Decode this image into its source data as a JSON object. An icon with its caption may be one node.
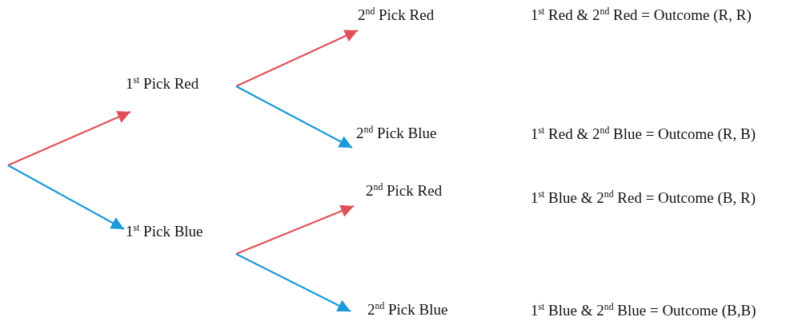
{
  "diagram": {
    "nodes": [
      {
        "text": [
          "1$^{st}$ Pick Red"
        ]
      },
      {
        "text": [
          "1$^{st}$ Pick Blue"
        ]
      },
      {
        "text": [
          "2$^{nd}$ Pick Red"
        ]
      },
      {
        "text": [
          "2$^{nd}$ Pick Blue"
        ]
      },
      {
        "text": [
          "2$^{nd}$ Pick Red"
        ]
      },
      {
        "text": [
          "2$^{nd}$ Pick Blue"
        ]
      }
    ],
    "edges": [
      {
        "from": null,
        "to": 0,
        "arrow": "to",
        "color": "#e0505a"
      },
      {
        "from": null,
        "to": 1,
        "arrow": "to",
        "color": "#1a9ad6"
      },
      {
        "from": 0,
        "to": 2,
        "arrow": "to",
        "color": "#e0505a"
      },
      {
        "from": 0,
        "to": 3,
        "arrow": "to",
        "color": "#1a9ad6"
      },
      {
        "from": 1,
        "to": 4,
        "arrow": "to",
        "color": "#e0505a"
      },
      {
        "from": 1,
        "to": 5,
        "arrow": "to",
        "color": "#1a9ad6"
      }
    ],
    "labels": [
      "1$^{st}$ Red & 2$^{nd}$ Red = Outcome (R, R)",
      "1$^{st}$ Red & 2$^{nd}$ Blue = Outcome (R, B)",
      "1$^{st}$ Blue & 2$^{nd}$ Red = Outcome (B, R)",
      "1$^{st}$ Blue & 2$^{nd}$ Blue = Outcome (B,B)"
    ]
  }
}
